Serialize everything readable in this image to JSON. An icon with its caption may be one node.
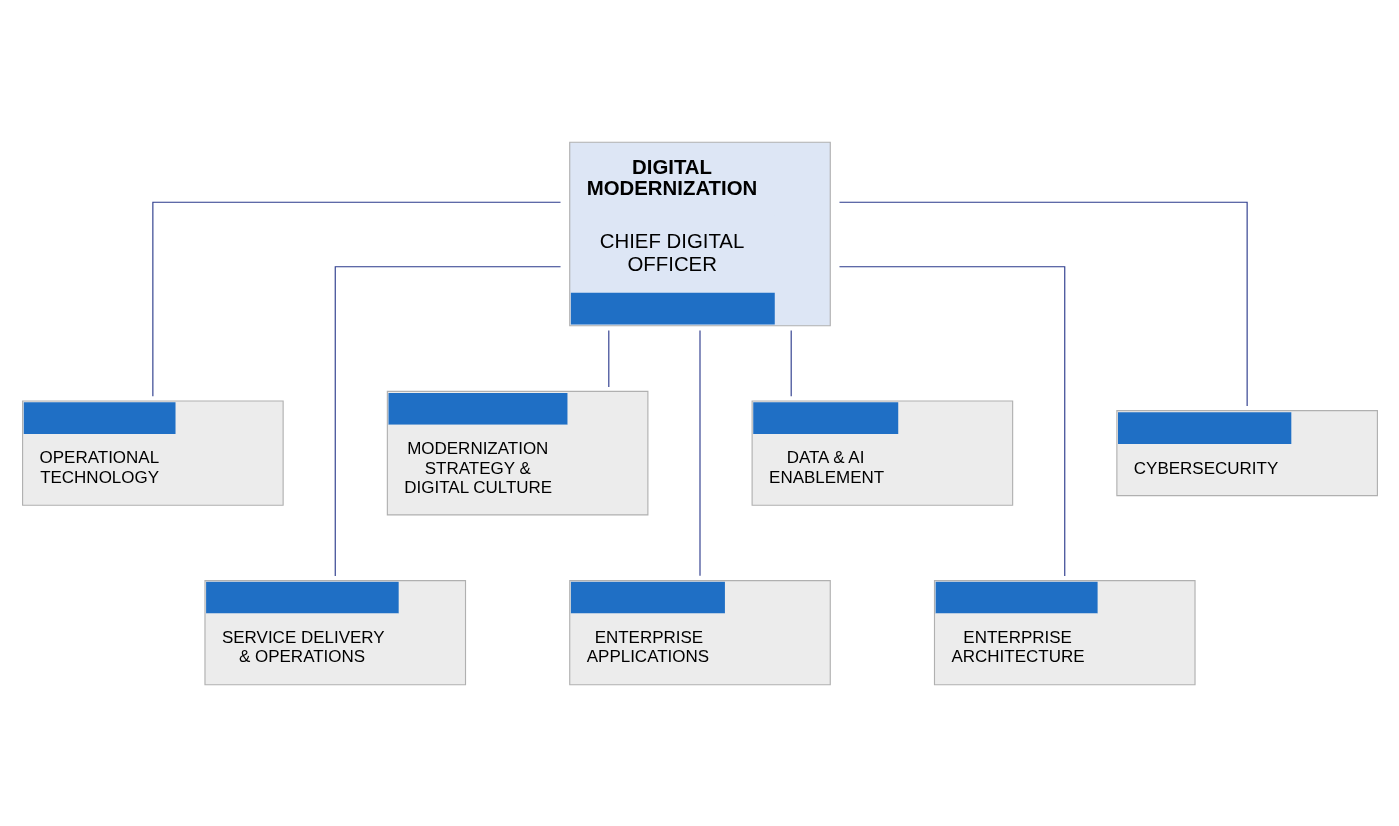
{
  "diagram": {
    "nodes": [
      {
        "text": [
          "DIGITAL MODERNIZATION",
          "CHIEF DIGITAL OFFICER"
        ]
      },
      {
        "text": [
          "OPERATIONAL TECHNOLOGY"
        ]
      },
      {
        "text": [
          "SERVICE DELIVERY & OPERATIONS"
        ]
      },
      {
        "text": [
          "MODERNIZATION STRATEGY & DIGITAL CULTURE"
        ]
      },
      {
        "text": [
          "ENTERPRISE APPLICATIONS"
        ]
      },
      {
        "text": [
          "DATA & AI ENABLEMENT"
        ]
      },
      {
        "text": [
          "ENTERPRISE ARCHITECTURE"
        ]
      },
      {
        "text": [
          "CYBERSECURITY"
        ]
      }
    ],
    "edges": [
      {
        "from": 0,
        "to": 1,
        "arrow": "none"
      },
      {
        "from": 0,
        "to": 2,
        "arrow": "none"
      },
      {
        "from": 0,
        "to": 3,
        "arrow": "none"
      },
      {
        "from": 0,
        "to": 4,
        "arrow": "none"
      },
      {
        "from": 0,
        "to": 5,
        "arrow": "none"
      },
      {
        "from": 0,
        "to": 6,
        "arrow": "none"
      },
      {
        "from": 0,
        "to": 7,
        "arrow": "none"
      }
    ]
  }
}
